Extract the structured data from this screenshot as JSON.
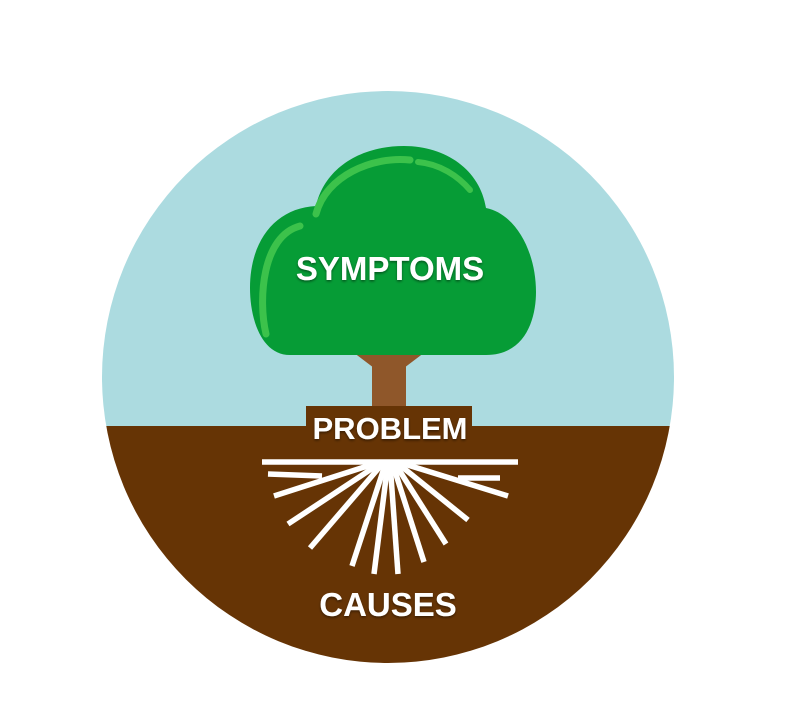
{
  "diagram": {
    "labels": {
      "symptoms": "SYMPTOMS",
      "problem": "PROBLEM",
      "causes": "CAUSES"
    },
    "colors": {
      "sky": "#acdbe0",
      "soil": "#663405",
      "canopy": "#069c36",
      "canopy_highlight": "#3cc24b",
      "trunk": "#8f572a",
      "roots": "#ffffff",
      "text": "#ffffff"
    },
    "icons": {
      "tree": "tree-icon",
      "roots": "roots-icon"
    }
  }
}
